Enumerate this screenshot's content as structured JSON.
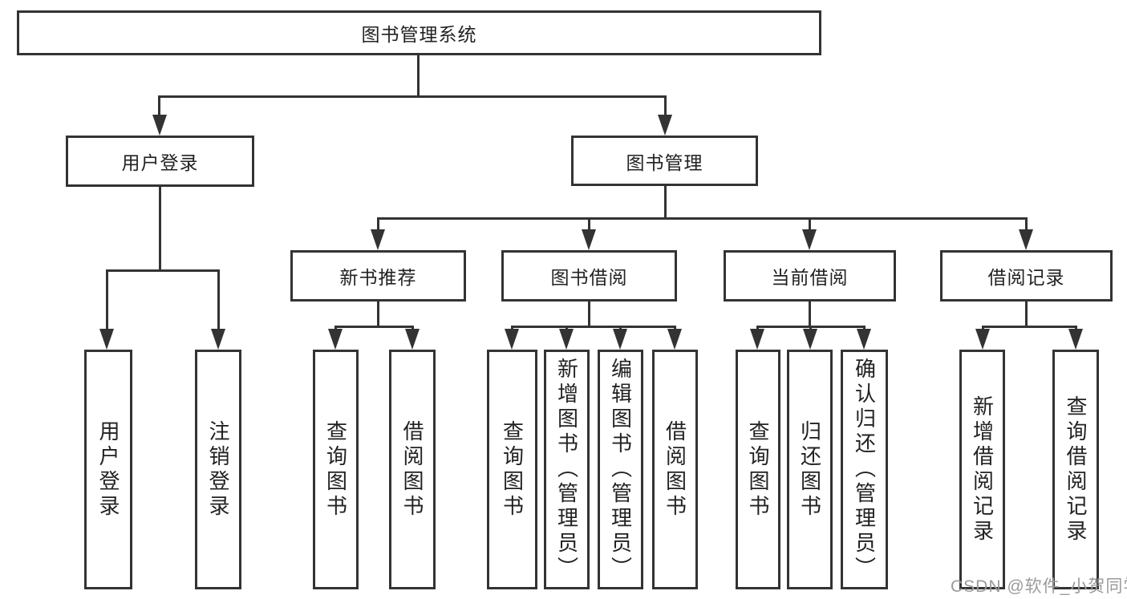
{
  "diagram": {
    "type": "hierarchy-tree",
    "nodes": {
      "root": "图书管理系统",
      "level2": [
        "用户登录",
        "图书管理"
      ],
      "level3": [
        "新书推荐",
        "图书借阅",
        "当前借阅",
        "借阅记录"
      ],
      "leaves_login": [
        "用户登录",
        "注销登录"
      ],
      "leaves_recommend": [
        "查询图书",
        "借阅图书"
      ],
      "leaves_borrow": [
        "查询图书",
        "新增图书（管理员）",
        "编辑图书（管理员）",
        "借阅图书"
      ],
      "leaves_current": [
        "查询图书",
        "归还图书",
        "确认归还（管理员）"
      ],
      "leaves_records": [
        "新增借阅记录",
        "查询借阅记录"
      ]
    },
    "edges": [
      {
        "from": "图书管理系统",
        "to": "用户登录"
      },
      {
        "from": "图书管理系统",
        "to": "图书管理"
      },
      {
        "from": "用户登录",
        "to": "用户登录"
      },
      {
        "from": "用户登录",
        "to": "注销登录"
      },
      {
        "from": "图书管理",
        "to": "新书推荐"
      },
      {
        "from": "图书管理",
        "to": "图书借阅"
      },
      {
        "from": "图书管理",
        "to": "当前借阅"
      },
      {
        "from": "图书管理",
        "to": "借阅记录"
      },
      {
        "from": "新书推荐",
        "to": "查询图书"
      },
      {
        "from": "新书推荐",
        "to": "借阅图书"
      },
      {
        "from": "图书借阅",
        "to": "查询图书"
      },
      {
        "from": "图书借阅",
        "to": "新增图书（管理员）"
      },
      {
        "from": "图书借阅",
        "to": "编辑图书（管理员）"
      },
      {
        "from": "图书借阅",
        "to": "借阅图书"
      },
      {
        "from": "当前借阅",
        "to": "查询图书"
      },
      {
        "from": "当前借阅",
        "to": "归还图书"
      },
      {
        "from": "当前借阅",
        "to": "确认归还（管理员）"
      },
      {
        "from": "借阅记录",
        "to": "新增借阅记录"
      },
      {
        "from": "借阅记录",
        "to": "查询借阅记录"
      }
    ],
    "colors": {
      "line": "#333333",
      "box_border": "#333333",
      "box_fill": "#ffffff",
      "text": "#222222",
      "background": "#ffffff",
      "watermark": "#9b9b9b"
    }
  },
  "watermark": "CSDN @软件_小贺同学"
}
